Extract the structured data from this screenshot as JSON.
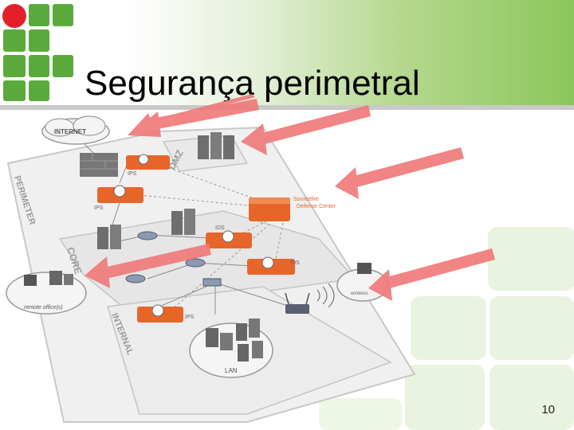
{
  "slide": {
    "title": "Segurança perimetral",
    "page_number": "10"
  },
  "colors": {
    "accent_green": "#84c15a",
    "logo_red": "#e3202a",
    "logo_green": "#5aab3c",
    "arrow": "#f07a7a",
    "device_orange": "#e8652a"
  },
  "diagram": {
    "labels": {
      "internet": "INTERNET",
      "dmz": "DMZ",
      "perimeter": "PERIMETER",
      "core": "CORE",
      "internal": "INTERNAL",
      "ips_1": "IPS",
      "ips_2": "IPS",
      "ips_3": "IPS",
      "ids_1": "IDS",
      "ids_2": "IDS",
      "defense_center_1": "Sourcefire",
      "defense_center_2": "Defense Center",
      "remote_offices": "remote office(s)",
      "wireless": "wireless",
      "lan": "LAN"
    }
  }
}
